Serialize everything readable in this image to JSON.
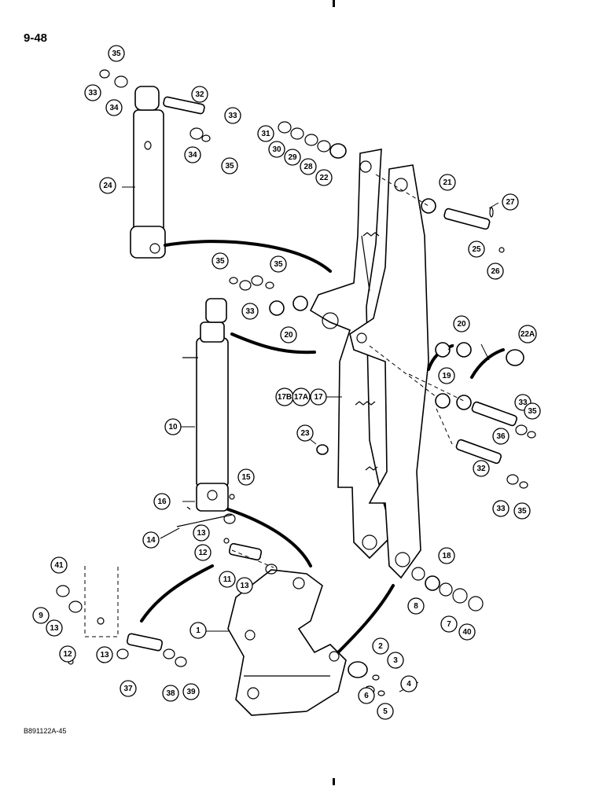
{
  "page": {
    "number": "9-48",
    "drawing_ref": "B891122A-45"
  },
  "callouts": [
    {
      "label": "35"
    },
    {
      "label": "33"
    },
    {
      "label": "34"
    },
    {
      "label": "32"
    },
    {
      "label": "33"
    },
    {
      "label": "34"
    },
    {
      "label": "35"
    },
    {
      "label": "24"
    },
    {
      "label": "31"
    },
    {
      "label": "30"
    },
    {
      "label": "29"
    },
    {
      "label": "28"
    },
    {
      "label": "22"
    },
    {
      "label": "21"
    },
    {
      "label": "27"
    },
    {
      "label": "25"
    },
    {
      "label": "26"
    },
    {
      "label": "35"
    },
    {
      "label": "35"
    },
    {
      "label": "33"
    },
    {
      "label": "20"
    },
    {
      "label": "20"
    },
    {
      "label": "22A"
    },
    {
      "label": "19"
    },
    {
      "label": "17B"
    },
    {
      "label": "17A"
    },
    {
      "label": "17"
    },
    {
      "label": "33"
    },
    {
      "label": "35"
    },
    {
      "label": "36"
    },
    {
      "label": "10"
    },
    {
      "label": "23"
    },
    {
      "label": "32"
    },
    {
      "label": "15"
    },
    {
      "label": "16"
    },
    {
      "label": "33"
    },
    {
      "label": "35"
    },
    {
      "label": "14"
    },
    {
      "label": "13"
    },
    {
      "label": "12"
    },
    {
      "label": "18"
    },
    {
      "label": "11"
    },
    {
      "label": "13"
    },
    {
      "label": "41"
    },
    {
      "label": "9"
    },
    {
      "label": "8"
    },
    {
      "label": "7"
    },
    {
      "label": "40"
    },
    {
      "label": "13"
    },
    {
      "label": "1"
    },
    {
      "label": "12"
    },
    {
      "label": "2"
    },
    {
      "label": "13"
    },
    {
      "label": "3"
    },
    {
      "label": "37"
    },
    {
      "label": "38"
    },
    {
      "label": "39"
    },
    {
      "label": "4"
    },
    {
      "label": "6"
    },
    {
      "label": "5"
    }
  ]
}
